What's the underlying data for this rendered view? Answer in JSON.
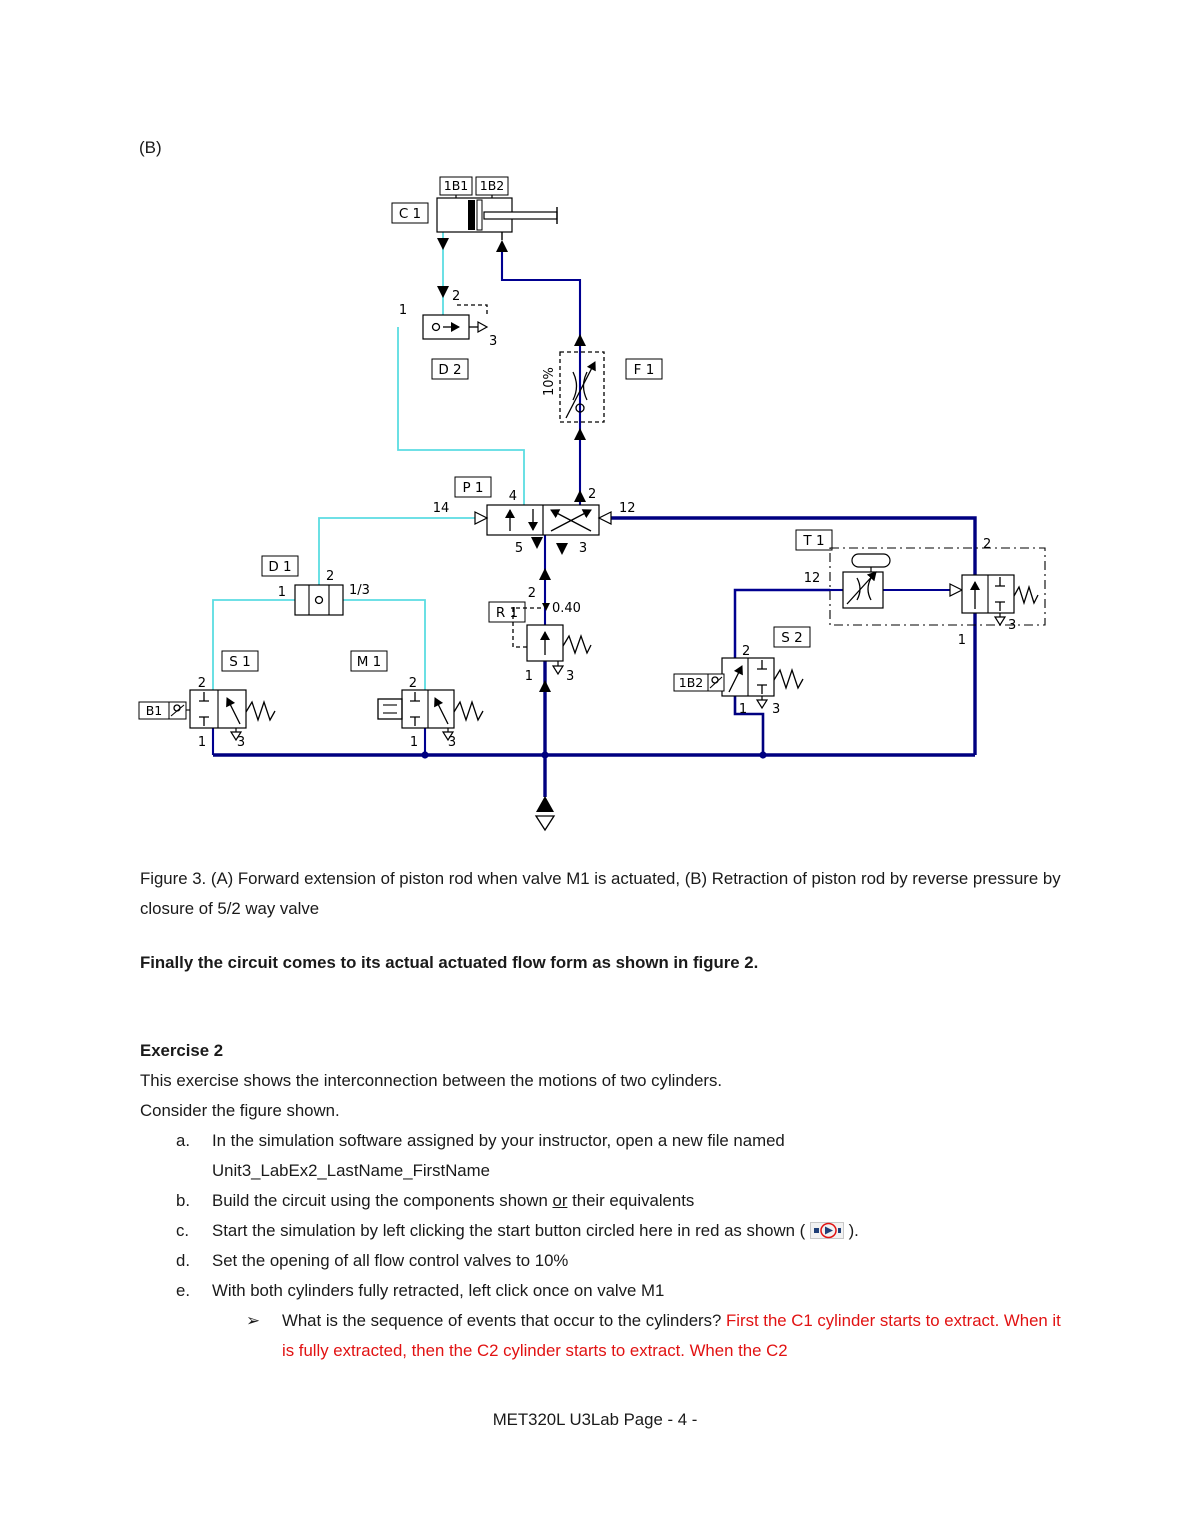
{
  "page": {
    "section_label": "(B)",
    "footer": "MET320L U3Lab Page - 4 -"
  },
  "figure": {
    "caption": "Figure 3. (A) Forward extension of piston rod when valve M1 is actuated, (B) Retraction of piston rod by reverse pressure by closure of 5/2 way valve",
    "followup": "Finally the circuit comes to its actual actuated flow form as shown in figure 2."
  },
  "exercise": {
    "title": "Exercise 2",
    "intro1": "This exercise shows the interconnection between the motions of two cylinders.",
    "intro2": "Consider the figure shown.",
    "items": {
      "a": {
        "marker": "a.",
        "line1": "In the simulation software assigned by your instructor, open a new file named",
        "line2": "Unit3_LabEx2_LastName_FirstName"
      },
      "b": {
        "marker": "b.",
        "pre": "Build the circuit using the components shown ",
        "underline": "or",
        "post": " their equivalents"
      },
      "c": {
        "marker": "c.",
        "pre": "Start the simulation by left clicking the start button circled here in red as shown (",
        "post": ")."
      },
      "d": {
        "marker": "d.",
        "text": "Set the opening of all flow control valves to 10%"
      },
      "e": {
        "marker": "e.",
        "text": "With both cylinders fully retracted, left click once on valve M1"
      },
      "question": {
        "marker": "➢",
        "black": "What is the sequence of events that occur to the cylinders? ",
        "red": "First the C1 cylinder starts to extract. When it is fully extracted, then the C2 cylinder starts to extract. When the C2"
      }
    },
    "icons": {
      "start_button": "start-play-button"
    }
  },
  "diagram": {
    "labels": {
      "c1": "C 1",
      "s1b1": "1B1",
      "s1b2": "1B2",
      "d2": "D 2",
      "f1": "F 1",
      "p1": "P 1",
      "d1": "D 1",
      "t1": "T 1",
      "r1": "R 1",
      "s1": "S 1",
      "m1": "M 1",
      "s2": "S 2",
      "b1_tag": "B1",
      "b2_tag": "1B2"
    },
    "settings": {
      "f1_flow": "10%",
      "r1_set": "0.40"
    },
    "ports": {
      "d2_1": "1",
      "d2_2": "2",
      "d2_3": "3",
      "p1_14": "14",
      "p1_4": "4",
      "p1_2": "2",
      "p1_12": "12",
      "p1_5": "5",
      "p1_3": "3",
      "d1_1": "1",
      "d1_2": "2",
      "d1_13": "1/3",
      "r1_1": "1",
      "r1_2": "2",
      "r1_3": "3",
      "s1_1": "1",
      "s1_2": "2",
      "s1_3": "3",
      "m1_1": "1",
      "m1_2": "2",
      "m1_3": "3",
      "s2_1": "1",
      "s2_2": "2",
      "s2_3": "3",
      "t1_12": "12",
      "t1_1": "1",
      "t1_2": "2",
      "t1_3": "3"
    },
    "colors": {
      "pilot_line": "#5bdce2",
      "pressure_line": "#000080",
      "red_text": "#e11212"
    }
  }
}
